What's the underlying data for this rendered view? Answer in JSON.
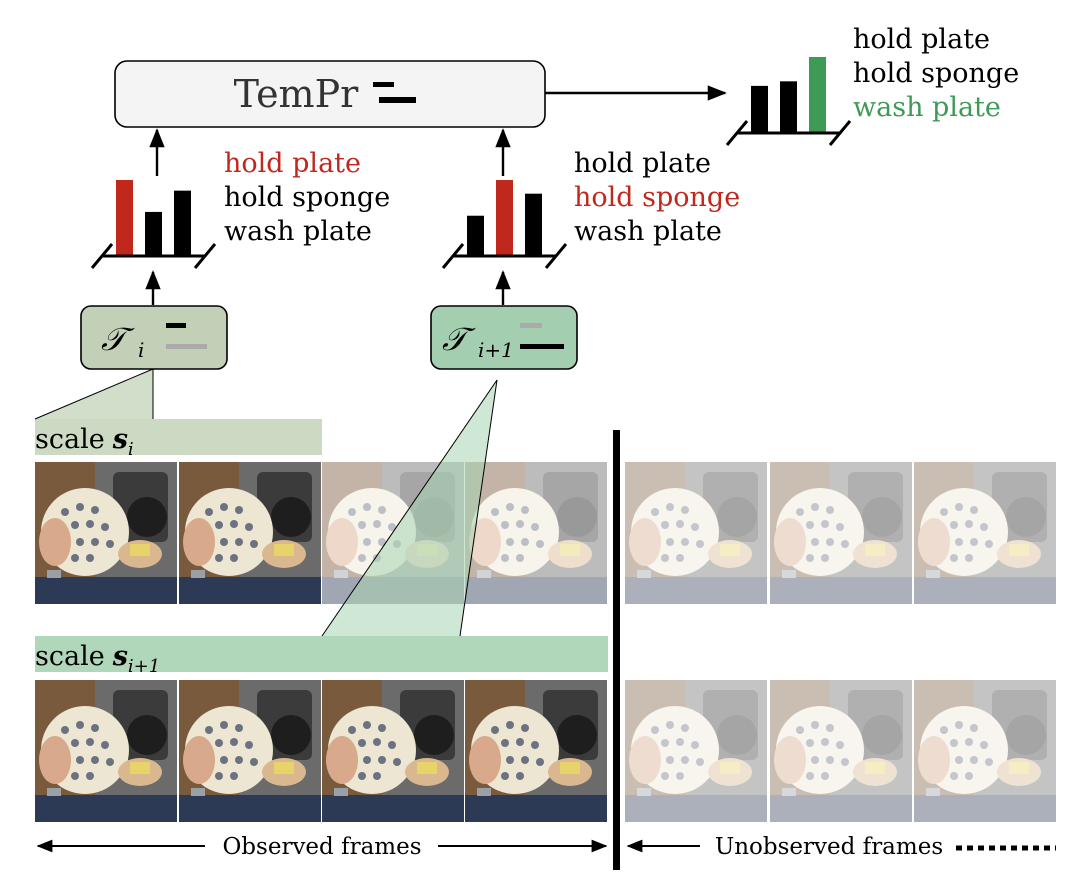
{
  "model": {
    "label": "TemPr"
  },
  "prediction_top": {
    "labels": [
      "hold plate",
      "hold sponge",
      "wash plate"
    ],
    "highlight_index": 2,
    "highlight_color": "#3d9b55",
    "bar_levels": [
      0.62,
      0.68,
      1.0
    ]
  },
  "tower_i": {
    "label": "𝒯",
    "sub": "i",
    "labels": [
      "hold plate",
      "hold sponge",
      "wash plate"
    ],
    "highlight_index": 0,
    "highlight_color": "#c0281e",
    "bar_levels": [
      1.0,
      0.58,
      0.86
    ]
  },
  "tower_i1": {
    "label": "𝒯",
    "sub": "i+1",
    "labels": [
      "hold plate",
      "hold sponge",
      "wash plate"
    ],
    "highlight_index": 1,
    "highlight_color": "#c0281e",
    "bar_levels": [
      0.53,
      1.0,
      0.82
    ]
  },
  "scale_i": {
    "prefix": "scale",
    "var": "s",
    "sub": "i"
  },
  "scale_i1": {
    "prefix": "scale",
    "var": "s",
    "sub": "i+1"
  },
  "footer": {
    "observed": "Observed frames",
    "unobserved": "Unobserved frames"
  },
  "colors": {
    "tower_i_fill": "#c3d0b8",
    "tower_i1_fill": "#a4ceb0",
    "scale_i_band": "#c6d6bc",
    "scale_i1_band": "#a7d3b3",
    "box_fill": "#f4f4f4"
  }
}
